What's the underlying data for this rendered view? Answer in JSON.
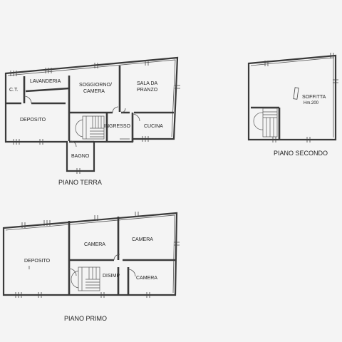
{
  "floors": {
    "ground": {
      "title": "PIANO TERRA",
      "rooms": {
        "ct": "C.T.",
        "lavanderia": "LAVANDERIA",
        "deposito": "DEPOSITO",
        "soggiorno_line1": "SOGGIORNO/",
        "soggiorno_line2": "CAMERA",
        "sala_line1": "SALA DA",
        "sala_line2": "PRANZO",
        "ingresso": "INGRESSO",
        "cucina": "CUCINA",
        "bagno": "BAGNO"
      }
    },
    "second": {
      "title": "PIANO SECONDO",
      "rooms": {
        "soffitta": "SOFFITTA",
        "height": "Hm.200"
      }
    },
    "first": {
      "title": "PIANO PRIMO",
      "rooms": {
        "deposito": "DEPOSITO",
        "deposito_mark": "I",
        "camera_1": "CAMERA",
        "camera_2": "CAMERA",
        "camera_3": "CAMERA",
        "disimp": "DISIMP"
      }
    }
  }
}
